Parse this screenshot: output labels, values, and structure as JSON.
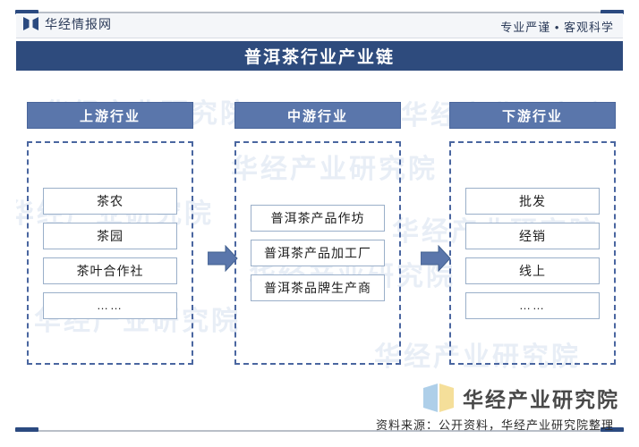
{
  "header": {
    "brand_name": "华经情报网",
    "brand_icon": "bowtie-logo-icon",
    "tagline": "专业严谨 • 客观科学"
  },
  "title": {
    "text": "普洱茶行业产业链"
  },
  "chart_data": {
    "type": "diagram",
    "title": "普洱茶行业产业链",
    "columns": [
      {
        "key": "upstream",
        "header": "上游行业",
        "nodes": [
          "茶农",
          "茶园",
          "茶叶合作社",
          "……"
        ]
      },
      {
        "key": "midstream",
        "header": "中游行业",
        "nodes": [
          "普洱茶产品作坊",
          "普洱茶产品加工厂",
          "普洱茶品牌生产商"
        ]
      },
      {
        "key": "downstream",
        "header": "下游行业",
        "nodes": [
          "批发",
          "经销",
          "线上",
          "……"
        ]
      }
    ],
    "connectors": [
      {
        "from": "upstream",
        "to": "midstream",
        "icon": "arrow-right-icon"
      },
      {
        "from": "midstream",
        "to": "downstream",
        "icon": "arrow-right-icon"
      }
    ],
    "colors": {
      "title_bar": "#2e4b7d",
      "column_header": "#5a76ab",
      "dashed_border": "#4a66a0",
      "node_border": "#9aafc9",
      "arrow": "#5a76ab",
      "accent_cap": "#2b4a80"
    }
  },
  "watermark": {
    "background_text": "华经产业研究院",
    "logo_text": "华经产业研究院",
    "logo_icon": "open-book-icon"
  },
  "footer": {
    "source": "资料来源：公开资料，华经产业研究院整理"
  }
}
